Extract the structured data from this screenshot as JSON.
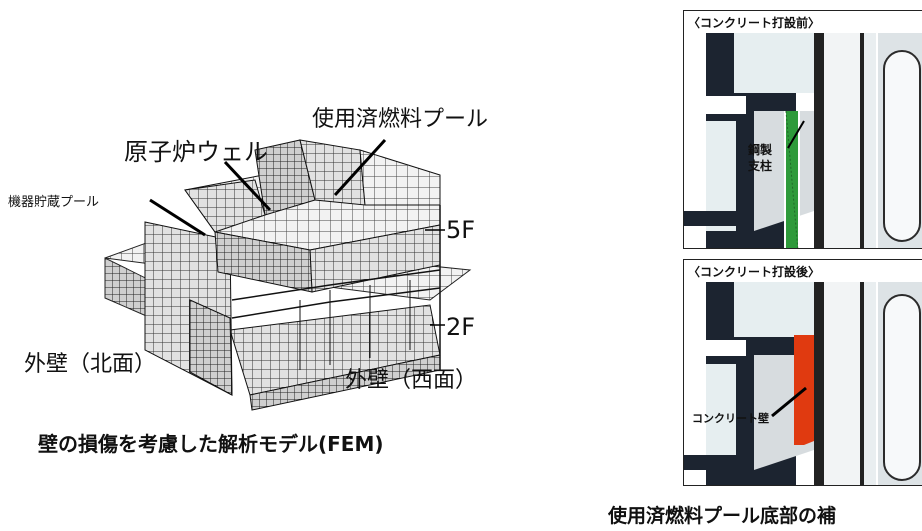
{
  "fem_model": {
    "labels": {
      "spent_fuel_pool": "使用済燃料プール",
      "reactor_well": "原子炉ウェル",
      "equipment_pool": "機器貯蔵プール",
      "floor_5f": "5F",
      "floor_2f": "2F",
      "outer_wall_north": "外壁（北面）",
      "outer_wall_west": "外壁（西面）"
    },
    "caption": "壁の損傷を考慮した解析モデル(FEM)"
  },
  "reinforcement": {
    "before_title": "〈コンクリート打設前〉",
    "after_title": "〈コンクリート打設後〉",
    "steel_support_line1": "鋼製",
    "steel_support_line2": "支柱",
    "concrete_wall": "コンクリート壁",
    "caption": "使用済燃料プール底部の補",
    "colors": {
      "steel": "#2e9a3a",
      "concrete": "#e03a10"
    }
  }
}
